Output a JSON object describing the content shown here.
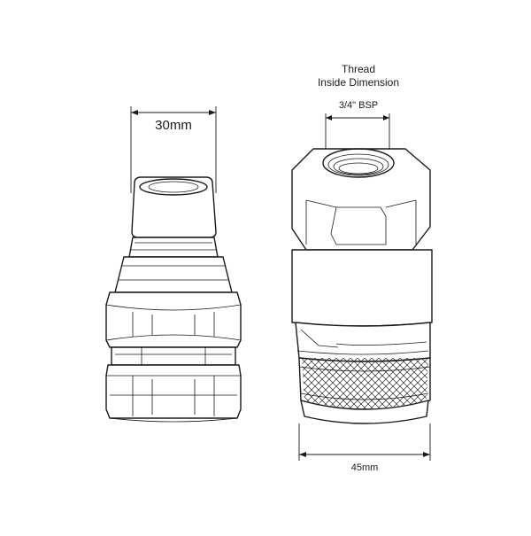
{
  "labels": {
    "plug_dimension": "30mm",
    "thread_title_line1": "Thread",
    "thread_title_line2": "Inside Dimension",
    "thread_size": "3/4\" BSP",
    "coupler_dimension": "45mm"
  }
}
